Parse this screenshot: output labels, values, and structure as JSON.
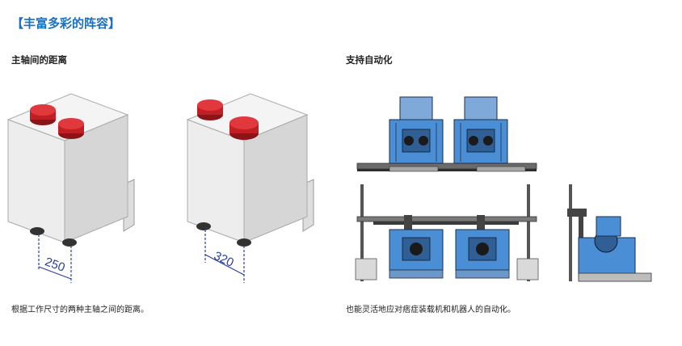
{
  "section_title": "【丰富多彩的阵容】",
  "left": {
    "subtitle": "主轴间的距离",
    "dims": [
      "250",
      "320"
    ],
    "caption": "根据工作尺寸的两种主轴之间的距离。"
  },
  "right": {
    "subtitle": "支持自动化",
    "caption": "也能灵活地应对痞症装载机和机器人的自动化。"
  },
  "colors": {
    "accent": "#1a6fc0",
    "spindle_red": "#d8262c",
    "machine_blue": "#4a8fd6",
    "dimension_line": "#2b3f9e"
  }
}
